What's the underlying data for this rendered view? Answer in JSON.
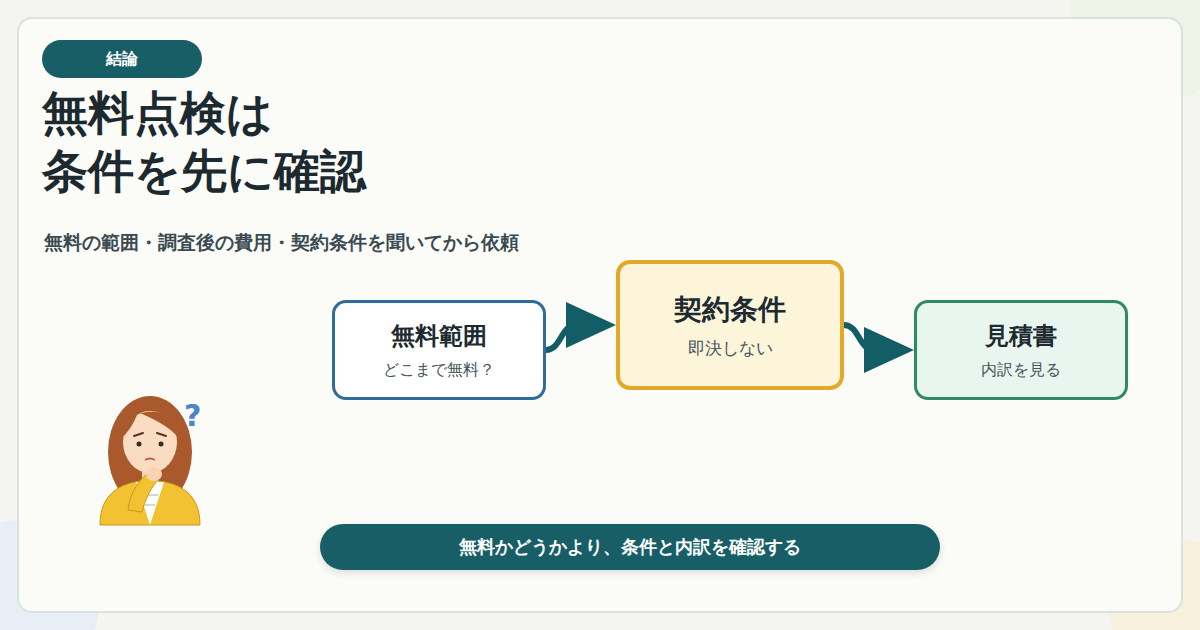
{
  "diagram": {
    "title": "無料点検は 条件を先に確認",
    "nodes": [
      {
        "text": [
          "結論"
        ]
      },
      {
        "text": [
          "無料範囲",
          "どこまで無料？"
        ]
      },
      {
        "text": [
          "契約条件",
          "即決しない"
        ]
      },
      {
        "text": [
          "見積書",
          "内訳を見る"
        ]
      },
      {
        "text": [
          "無料かどうかより、条件と内訳を確認する"
        ]
      }
    ],
    "edges": [
      {
        "from": 1,
        "to": 2,
        "arrow": "to"
      },
      {
        "from": 2,
        "to": 3,
        "arrow": "to"
      }
    ],
    "labels": [
      "無料の範囲・調査後の費用・契約条件を聞いてから依頼",
      "?"
    ]
  }
}
